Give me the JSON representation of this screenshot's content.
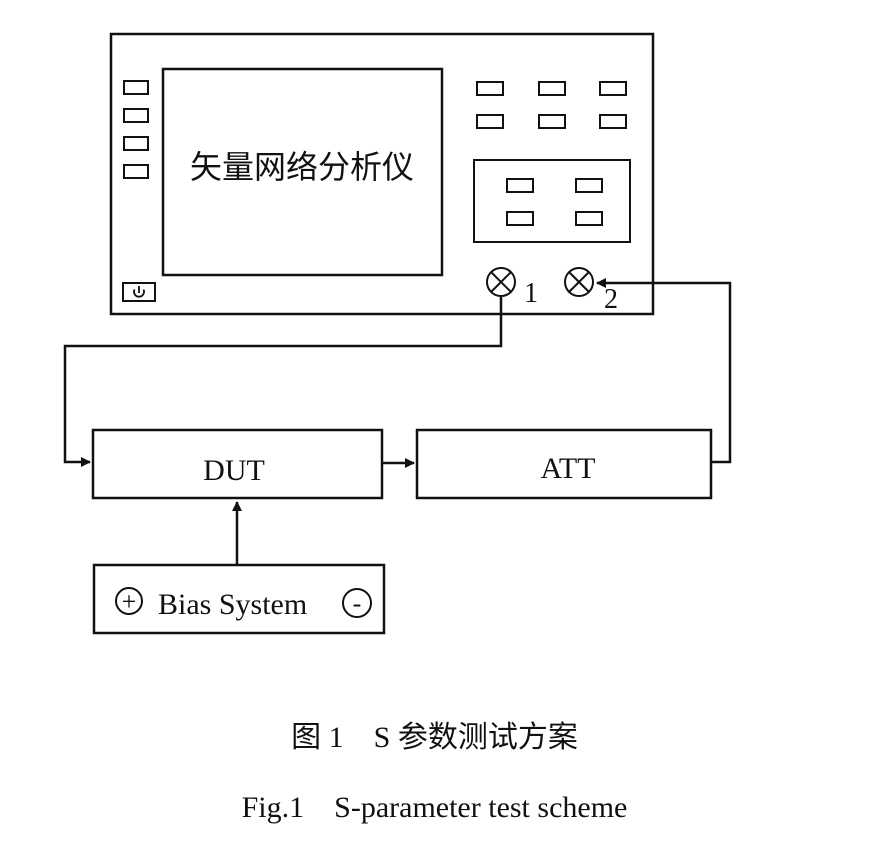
{
  "instrument": {
    "label": "矢量网络分析仪"
  },
  "ports": [
    {
      "label": "1"
    },
    {
      "label": "2"
    }
  ],
  "dut": {
    "label": "DUT"
  },
  "att": {
    "label": "ATT"
  },
  "bias": {
    "label": "Bias System",
    "plus": "+",
    "minus": "-"
  },
  "caption": {
    "cn": "图 1　S 参数测试方案",
    "en": "Fig.1　S-parameter test scheme"
  }
}
